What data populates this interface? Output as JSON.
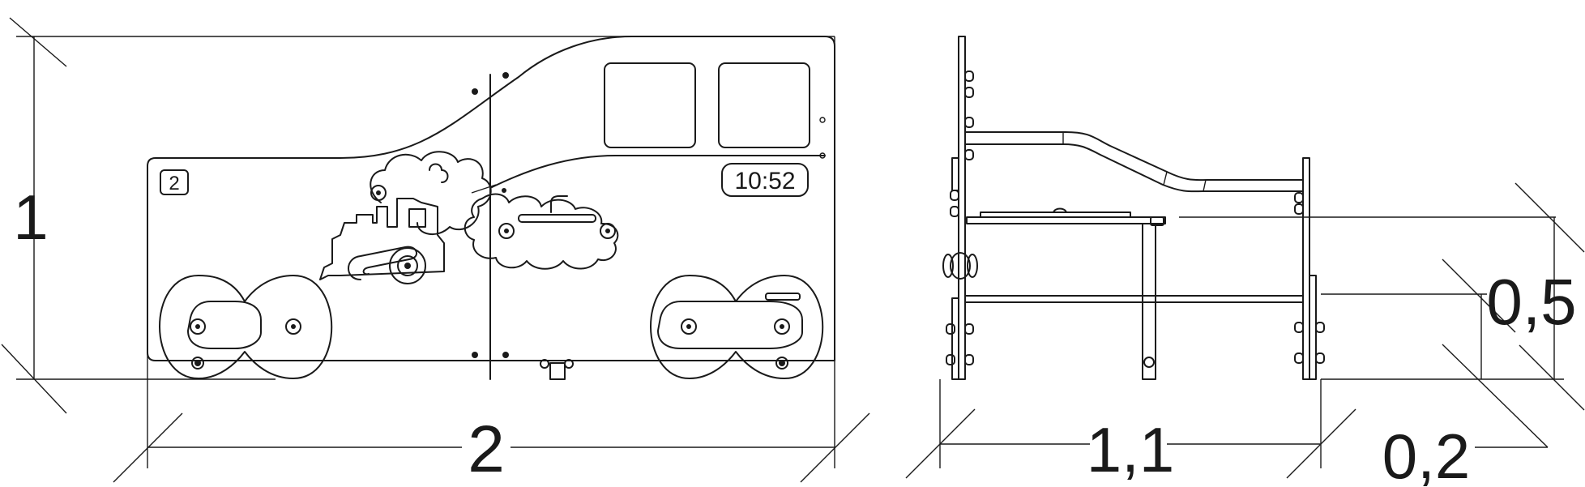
{
  "front_view": {
    "panel_number": "2",
    "clock_time": "10:52"
  },
  "dimensions": {
    "height": "1",
    "length": "2",
    "depth": "1,1",
    "seat_height": "0,5",
    "offset": "0,2"
  },
  "colors": {
    "line": "#1a1a1a",
    "background": "#ffffff"
  }
}
